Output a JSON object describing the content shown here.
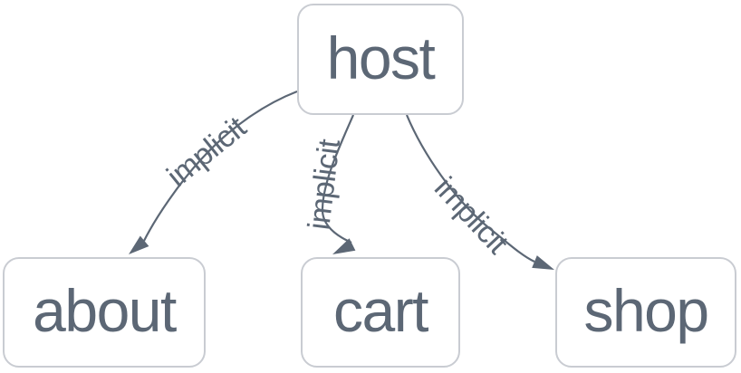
{
  "graph": {
    "nodes": [
      {
        "id": "host",
        "label": "host"
      },
      {
        "id": "about",
        "label": "about"
      },
      {
        "id": "cart",
        "label": "cart"
      },
      {
        "id": "shop",
        "label": "shop"
      }
    ],
    "edges": [
      {
        "from": "host",
        "to": "about",
        "label": "implicit"
      },
      {
        "from": "host",
        "to": "cart",
        "label": "implicit"
      },
      {
        "from": "host",
        "to": "shop",
        "label": "implicit"
      }
    ],
    "colors": {
      "background": "#ffffff",
      "node_fill": "#ffffff",
      "node_border": "#c9ccd2",
      "node_text": "#5c6775",
      "edge_stroke": "#5c6775",
      "edge_label_text": "#5c6775"
    }
  }
}
